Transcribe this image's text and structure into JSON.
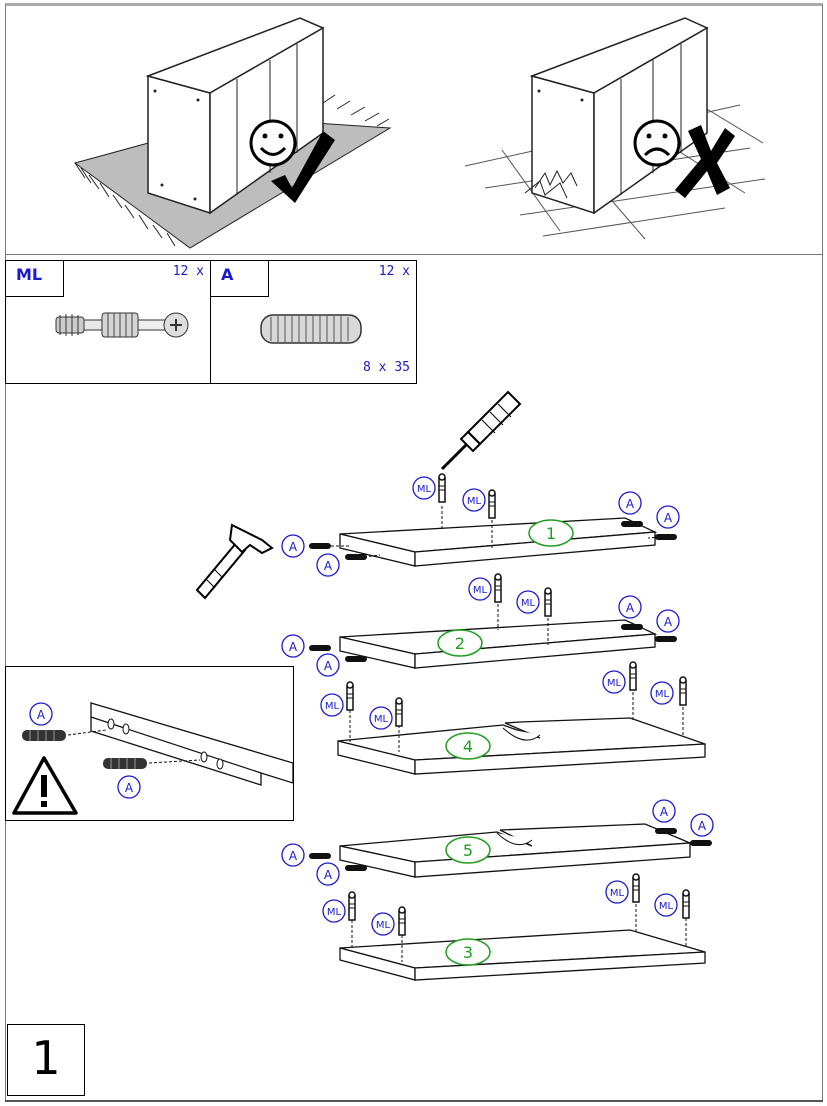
{
  "parts": [
    {
      "code": "ML",
      "quantity": "12 x",
      "size": ""
    },
    {
      "code": "A",
      "quantity": "12 x",
      "size": "8 x 35"
    }
  ],
  "labels": {
    "ml": "ML",
    "a": "A"
  },
  "panels": {
    "p1": "1",
    "p2": "2",
    "p3": "3",
    "p4": "4",
    "p5": "5"
  },
  "step": {
    "number": "1"
  },
  "colors": {
    "callout": "#1a1acc",
    "panel_number": "#1e9e1e"
  }
}
